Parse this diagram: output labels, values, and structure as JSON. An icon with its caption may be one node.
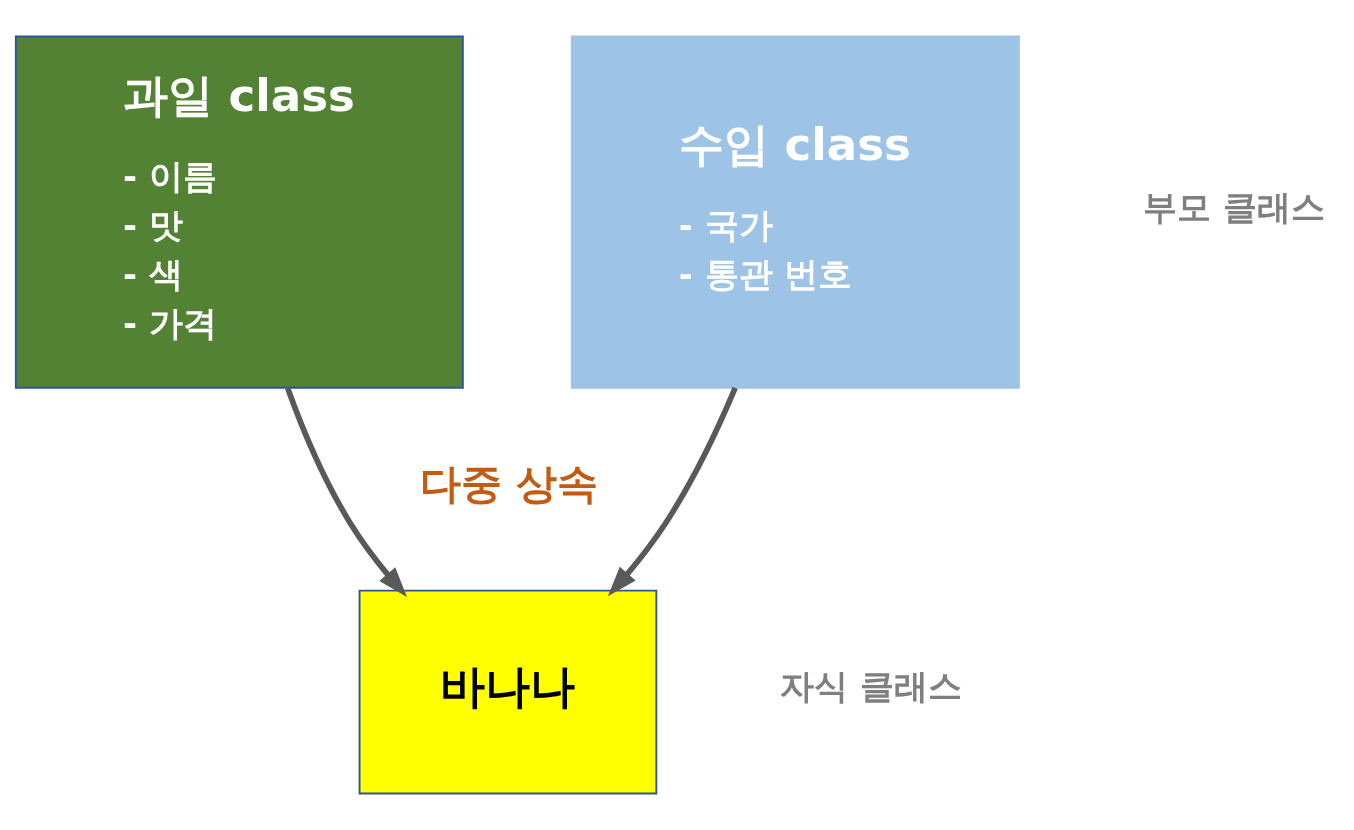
{
  "diagram": {
    "nodes": [
      {
        "text": [
          "과일 class",
          "- 이름",
          "- 맛",
          "- 색",
          "- 가격"
        ]
      },
      {
        "text": [
          "수입 class",
          "- 국가",
          "- 통관 번호"
        ]
      },
      {
        "text": [
          "바나나"
        ]
      }
    ],
    "edges": [
      {
        "from": 0,
        "to": 2,
        "arrow": "to"
      },
      {
        "from": 1,
        "to": 2,
        "arrow": "to"
      }
    ],
    "labels": [
      "부모 클래스",
      "다중 상속",
      "자식 클래스"
    ]
  }
}
